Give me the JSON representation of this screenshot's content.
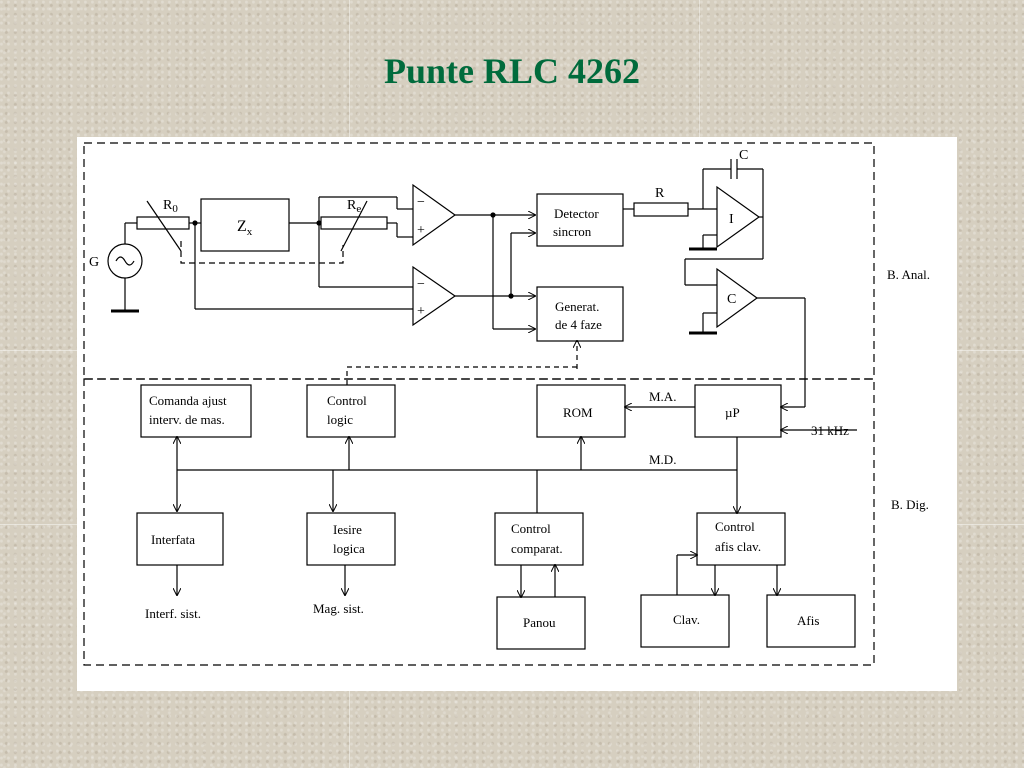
{
  "title": "Punte RLC 4262",
  "diagram": {
    "analog": {
      "generator": "G",
      "r0": "R",
      "r0_sub": "0",
      "zx": "Z",
      "zx_sub": "x",
      "re": "R",
      "re_sub": "e",
      "minus": "−",
      "plus": "+",
      "detector_line1": "Detector",
      "detector_line2": "sincron",
      "generator4_line1": "Generat.",
      "generator4_line2": "de 4 faze",
      "resistor_r": "R",
      "capacitor_c": "C",
      "integrator": "I",
      "comparator": "C",
      "section_label": "B. Anal."
    },
    "digital": {
      "comanda_line1": "Comanda ajust",
      "comanda_line2": "interv. de mas.",
      "control_logic_line1": "Control",
      "control_logic_line2": "logic",
      "rom": "ROM",
      "up": "µP",
      "ma": "M.A.",
      "md": "M.D.",
      "clock": "31 kHz",
      "interfata": "Interfata",
      "iesire_line1": "Iesire",
      "iesire_line2": "logica",
      "control_comparat_line1": "Control",
      "control_comparat_line2": "comparat.",
      "control_afis_line1": "Control",
      "control_afis_line2": "afis clav.",
      "interf_sist": "Interf. sist.",
      "mag_sist": "Mag. sist.",
      "panou": "Panou",
      "clav": "Clav.",
      "afis": "Afis",
      "section_label": "B. Dig."
    }
  }
}
